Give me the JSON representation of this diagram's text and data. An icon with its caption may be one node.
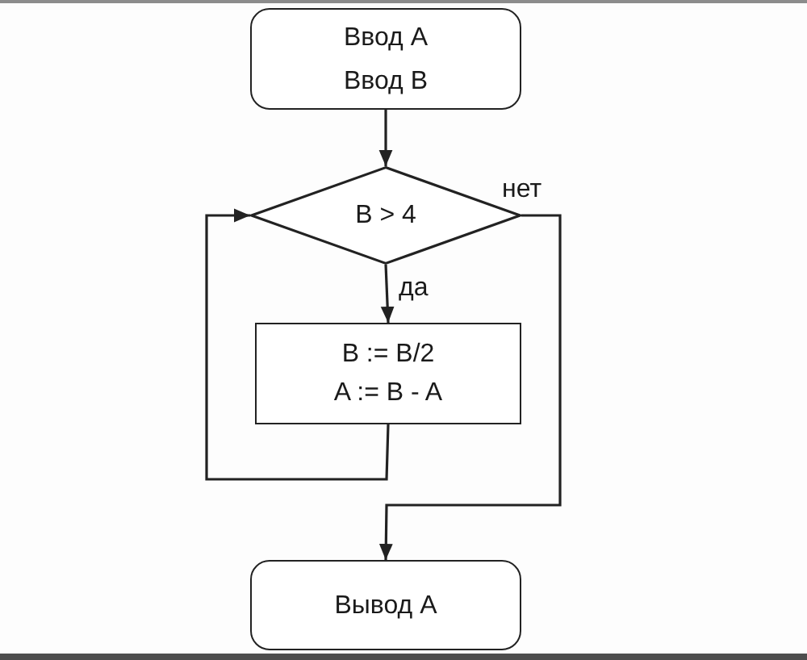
{
  "diagram": {
    "nodes": [
      {
        "text": [
          "Ввод A",
          "Ввод B"
        ]
      },
      {
        "text": [
          "B > 4"
        ]
      },
      {
        "text": [
          "B := B/2",
          "A := B - A"
        ]
      },
      {
        "text": [
          "Вывод A"
        ]
      }
    ],
    "edges": [
      {
        "from": 0,
        "to": 1,
        "arrow": "to"
      },
      {
        "from": 1,
        "to": 2,
        "arrow": "to",
        "label": "да"
      },
      {
        "from": 2,
        "to": 1,
        "arrow": "to"
      },
      {
        "from": 1,
        "to": 3,
        "arrow": "to",
        "label": "нет"
      }
    ]
  }
}
